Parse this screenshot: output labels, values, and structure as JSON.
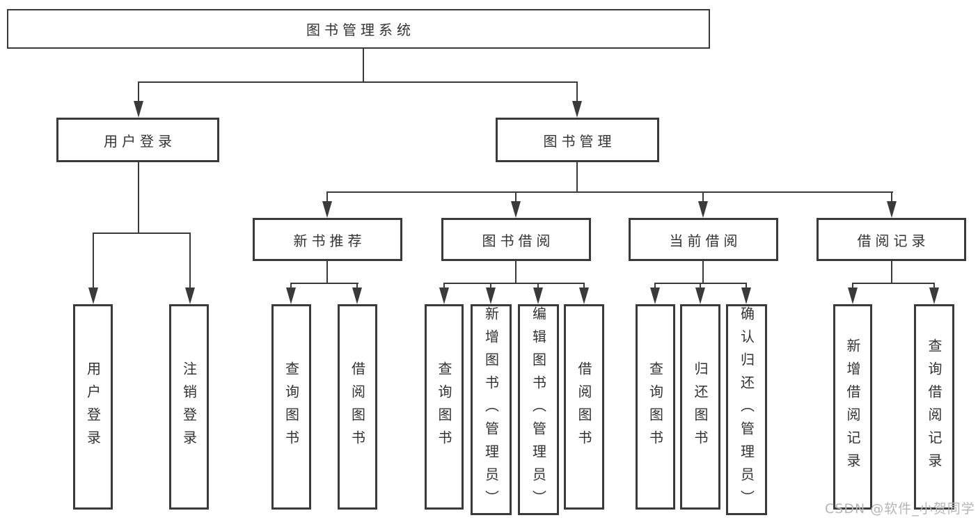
{
  "tree": {
    "root": {
      "label": "图书管理系统",
      "children": [
        {
          "label": "用户登录",
          "children": [
            {
              "label": "用户登录"
            },
            {
              "label": "注销登录"
            }
          ]
        },
        {
          "label": "图书管理",
          "children": [
            {
              "label": "新书推荐",
              "children": [
                {
                  "label": "查询图书"
                },
                {
                  "label": "借阅图书"
                }
              ]
            },
            {
              "label": "图书借阅",
              "children": [
                {
                  "label": "查询图书"
                },
                {
                  "label": "新增图书（管理员）"
                },
                {
                  "label": "编辑图书（管理员）"
                },
                {
                  "label": "借阅图书"
                }
              ]
            },
            {
              "label": "当前借阅",
              "children": [
                {
                  "label": "查询图书"
                },
                {
                  "label": "归还图书"
                },
                {
                  "label": "确认归还（管理员）"
                }
              ]
            },
            {
              "label": "借阅记录",
              "children": [
                {
                  "label": "新增借阅记录"
                },
                {
                  "label": "查询借阅记录"
                }
              ]
            }
          ]
        }
      ]
    }
  },
  "watermark": {
    "text": "CSDN @软件_小贺同学"
  },
  "colors": {
    "line": "#3a3a3a",
    "text": "#333333",
    "watermark": "#b5b5b5",
    "background": "#ffffff"
  }
}
